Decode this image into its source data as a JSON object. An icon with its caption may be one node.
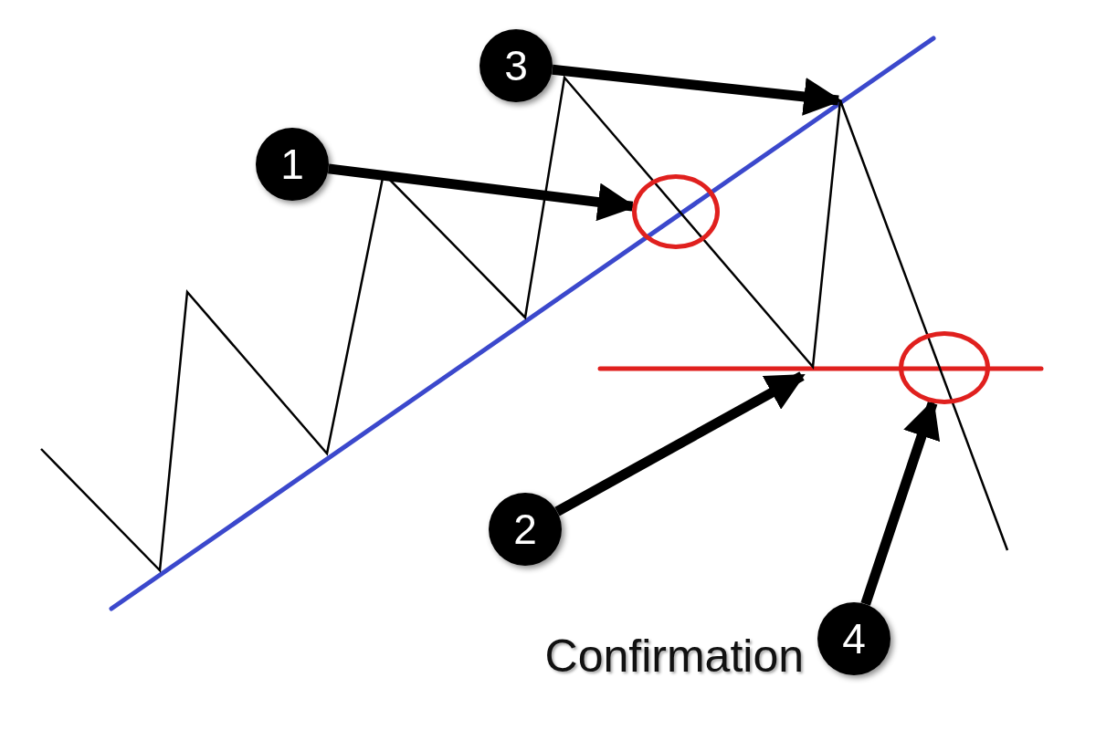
{
  "diagram": {
    "nodes": [
      {
        "text": [
          "3"
        ]
      },
      {
        "text": [
          "1"
        ]
      },
      {
        "text": [],
        "shape": "circle"
      },
      {
        "text": [
          "2"
        ]
      },
      {
        "text": [],
        "shape": "circle"
      },
      {
        "text": [
          "4"
        ],
        "beside": [
          "Confirmation"
        ]
      }
    ],
    "edges": [
      {
        "from": 1,
        "to": 2,
        "arrow": "to"
      },
      {
        "from": 3,
        "to": null,
        "arrow": "to"
      },
      {
        "from": 0,
        "to": null,
        "arrow": "to"
      },
      {
        "from": 5,
        "to": 4,
        "arrow": "to"
      }
    ]
  }
}
